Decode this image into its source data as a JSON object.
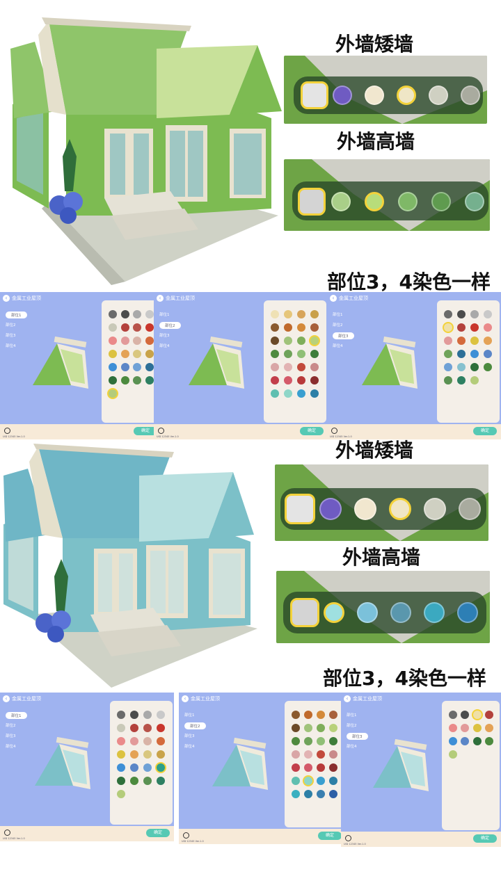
{
  "labels": {
    "low_wall": "外墙矮墙",
    "high_wall": "外墙高墙",
    "parts_same": "部位3，4染色一样"
  },
  "panel": {
    "title": "金属工业屋顶",
    "parts": [
      "部位1",
      "部位2",
      "部位3",
      "部位4"
    ],
    "confirm": "确定",
    "footer_tiny": "UID 12345 Ver.1.0"
  },
  "colors": {
    "green_wall": "#7dbb52",
    "green_roof": "#8fc56a",
    "blue_wall": "#7cc0c8",
    "blue_roof": "#6fb6c6",
    "panel_bg": "#9fb3f0",
    "palette_bg": "#f4efe8",
    "confirm": "#56c9b4",
    "select": "#f3d23a"
  },
  "icons": [
    "back-arrow-icon",
    "refresh-icon"
  ],
  "swatches": {
    "green_low": [
      "#e4e4e4",
      "#6f5bc2",
      "#f1e7cf",
      "#efe6c6",
      "#cfd0c2",
      "#a9ab9f"
    ],
    "green_high": [
      "#d4d4d4",
      "#a9cf88",
      "#b8dd7a",
      "#7fb867",
      "#5f9b4f",
      "#75b08e"
    ],
    "blue_low": [
      "#e4e4e4",
      "#6f5bc2",
      "#f1e7cf",
      "#efe6c6",
      "#cfd0c2",
      "#a9ab9f"
    ],
    "blue_high": [
      "#d4d4d4",
      "#9fe0e0",
      "#7bc1da",
      "#5a97ad",
      "#3ba9c0",
      "#2d7fb5"
    ]
  },
  "palettes": {
    "p1": [
      "#6b6b6b",
      "#4c4c4c",
      "#a9a9a9",
      "#c9c9c9",
      "#c9c9b8",
      "#b3413c",
      "#b8534a",
      "#c9362c",
      "#ea8a8a",
      "#e29a9a",
      "#d9b3a7",
      "#d46a3c",
      "#dcc240",
      "#e4a256",
      "#d9c77f",
      "#c9a34a",
      "#3e8fd6",
      "#5b86c7",
      "#6fa1d6",
      "#2d6f97",
      "#2e6f3b",
      "#4c8a3e",
      "#5a9152",
      "#2e8062",
      "#b4cc7a"
    ],
    "p2": [
      "#efe1b5",
      "#e6c67a",
      "#d7a45a",
      "#c9a04a",
      "#8a5a2e",
      "#c06a2c",
      "#d48a3a",
      "#a8603a",
      "#6b4a28",
      "#a0c37a",
      "#7fae5a",
      "#b9d17a",
      "#4f8a3e",
      "#6fa35a",
      "#8fbf76",
      "#3e7d3a",
      "#d9a6a6",
      "#e2b3b3",
      "#c24a3c",
      "#c98a8a",
      "#c23e4a",
      "#d45a6a",
      "#b83a3a",
      "#8a2e2e",
      "#5fbfb0",
      "#8fd6c8",
      "#3a9fd0",
      "#2d7fa6"
    ],
    "p3": [
      "#6b6b6b",
      "#4c4c4c",
      "#a9a9a9",
      "#c9c9c9",
      "#efe0a8",
      "#b3413c",
      "#c9362c",
      "#ea8a8a",
      "#e29a9a",
      "#d46a3c",
      "#dcc240",
      "#e4a256",
      "#6fa35a",
      "#2d6f97",
      "#3e8fd6",
      "#5b86c7",
      "#6fa1d6",
      "#86c1cf",
      "#2e6f3b",
      "#4c8a3e",
      "#5a9152",
      "#2e8062",
      "#b4cc7a"
    ],
    "p4": [
      "#6b6b6b",
      "#4c4c4c",
      "#a9a9a9",
      "#c9c9c9",
      "#c9c9b8",
      "#b3413c",
      "#b8534a",
      "#c9362c",
      "#ea8a8a",
      "#e29a9a",
      "#d9b3a7",
      "#d46a3c",
      "#dcc240",
      "#e4a256",
      "#d9c77f",
      "#c9a34a",
      "#3e8fd6",
      "#5b86c7",
      "#6fa1d6",
      "#2d9f8a",
      "#2e6f3b",
      "#4c8a3e",
      "#5a9152",
      "#2e8062",
      "#b4cc7a"
    ],
    "p5": [
      "#8a5a2e",
      "#c06a2c",
      "#d48a3a",
      "#a8603a",
      "#6b4a28",
      "#a0c37a",
      "#7fae5a",
      "#b9d17a",
      "#4f8a3e",
      "#6fa35a",
      "#8fbf76",
      "#3e7d3a",
      "#d9a6a6",
      "#e2b3b3",
      "#c24a3c",
      "#c98a8a",
      "#c23e4a",
      "#d45a6a",
      "#b83a3a",
      "#8a2e2e",
      "#5fbfb0",
      "#8fd6c8",
      "#3a9fd0",
      "#2d7fa6",
      "#3ab0c0",
      "#2d7fa6",
      "#3a7fb0",
      "#2d5fa6"
    ],
    "p6": [
      "#6b6b6b",
      "#4c4c4c",
      "#efe0a8",
      "#b3413c",
      "#ea8a8a",
      "#e29a9a",
      "#dcc240",
      "#e4a256",
      "#3e8fd6",
      "#5b86c7",
      "#2e6f3b",
      "#4c8a3e",
      "#b4cc7a"
    ]
  }
}
